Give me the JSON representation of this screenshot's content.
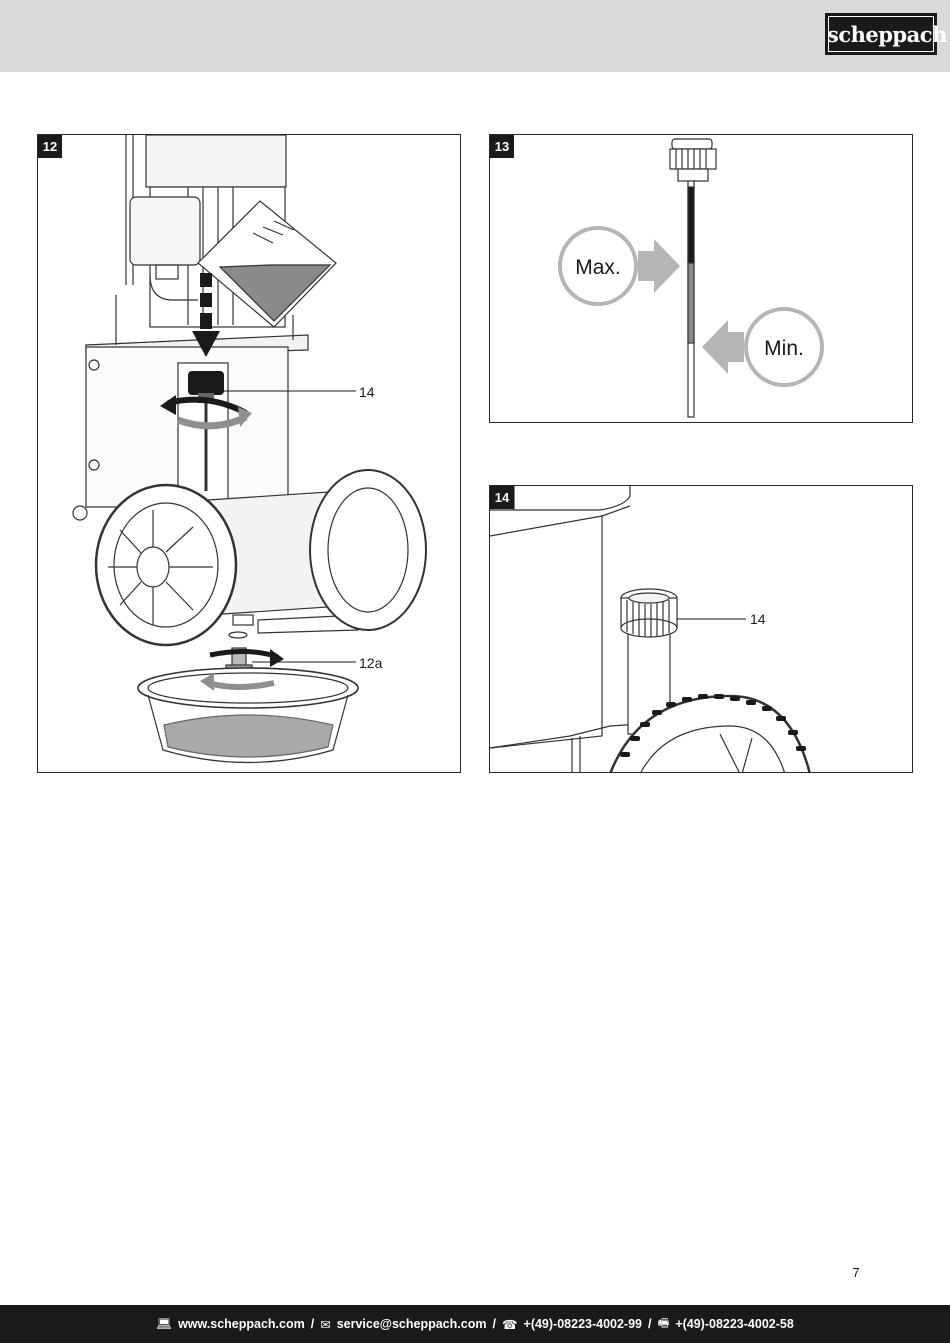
{
  "header": {
    "brand": "scheppach"
  },
  "figures": [
    {
      "number": "12",
      "callouts": [
        "14",
        "12a"
      ]
    },
    {
      "number": "13",
      "labels": {
        "max": "Max.",
        "min": "Min."
      }
    },
    {
      "number": "14",
      "callouts": [
        "14"
      ]
    }
  ],
  "page_number": "7",
  "footer": {
    "website": "www.scheppach.com",
    "email": "service@scheppach.com",
    "phone": "+(49)-08223-4002-99",
    "fax": "+(49)-08223-4002-58",
    "separator": "/",
    "icons": [
      "computer-icon",
      "mail-icon",
      "phone-icon",
      "fax-icon"
    ]
  }
}
